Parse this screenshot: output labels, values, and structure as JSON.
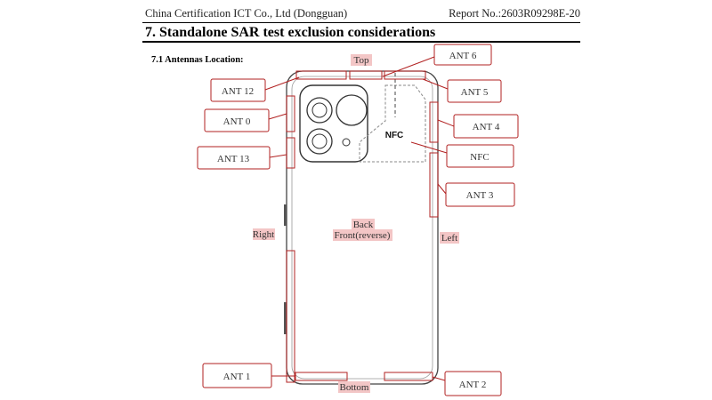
{
  "header": {
    "company": "China Certification ICT Co., Ltd (Dongguan)",
    "report": "Report No.:2603R09298E-20"
  },
  "section": {
    "title": "7. Standalone SAR test exclusion considerations",
    "subtitle": "7.1 Antennas Location:"
  },
  "diagram": {
    "top": "Top",
    "bottom": "Bottom",
    "right": "Right",
    "left": "Left",
    "back": "Back",
    "front": "Front(reverse)",
    "nfc_inner": "NFC",
    "ant12": "ANT 12",
    "ant0": "ANT 0",
    "ant13": "ANT 13",
    "ant1": "ANT 1",
    "ant6": "ANT 6",
    "ant5": "ANT 5",
    "ant4": "ANT 4",
    "nfc_callout": "NFC",
    "ant3": "ANT 3",
    "ant2": "ANT 2"
  },
  "colors": {
    "callout": "#b22222",
    "label_bg": "#f3c6c6"
  }
}
